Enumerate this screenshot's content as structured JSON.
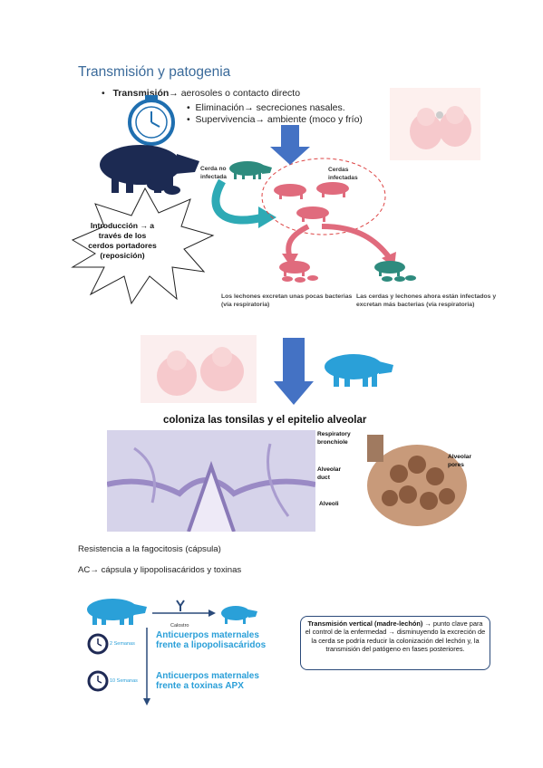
{
  "title": "Transmisión y patogenia",
  "bullets": {
    "main_bold": "Transmisión",
    "main_rest": " aerosoles o contacto directo",
    "sub1": "Eliminación→ secreciones nasales.",
    "sub2": "Supervivencia→ ambiente (moco y frío)"
  },
  "diagram": {
    "star_text": "Introducción → a través de los cerdos portadores (reposición)",
    "sow_uninfected": "Cerda no infectada",
    "sows_infected": "Cerdas infectadas",
    "caption_left": "Los lechones excretan unas pocas bacterias (vía respiratoria)",
    "caption_right": "Las cerdas y lechones ahora están infectados y excretan más bacterias (vía respiratoria)"
  },
  "colonize": "coloniza las tonsilas y el epitelio alveolar",
  "histology": {
    "label_bronchiole": "Respiratory bronchiole",
    "label_duct": "Alveolar duct",
    "label_alveoli": "Alveoli",
    "label_pores": "Alveolar pores"
  },
  "resistance": "Resistencia a la fagocitosis (cápsula)",
  "ac_line": "AC→ cápsula y lipopolisacáridos y toxinas",
  "timeline": {
    "calostro": "Calostro",
    "weeks2": "2 Semanas",
    "weeks10": "10 Semanas",
    "antibody1": "Anticuerpos maternales frente a lipopolisacáridos",
    "antibody2": "Anticuerpos maternales frente a toxinas APX"
  },
  "box": {
    "bold": "Transmisión vertical (madre-lechón)",
    "rest": " → punto clave para el control de la enfermedad → disminuyendo la excreción de la cerda se podría reducir la colonización del lechón y, la transmisión del patógeno en  fases posteriores."
  },
  "colors": {
    "title_blue": "#3a6a9a",
    "arrow_blue": "#4472c4",
    "pig_navy": "#1c2a52",
    "pig_pink": "#e06b7d",
    "pig_teal": "#2e8b7e",
    "cyan": "#2a9fd8"
  }
}
